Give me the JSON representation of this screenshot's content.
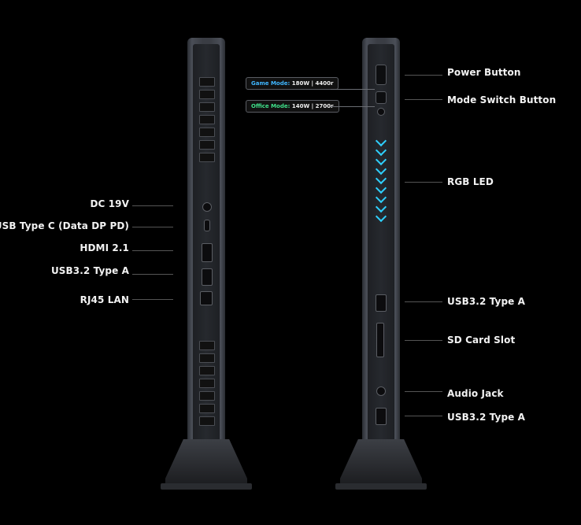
{
  "left_labels": {
    "dc": "DC 19V",
    "usbc": "USB Type C (Data DP PD)",
    "hdmi": "HDMI 2.1",
    "usba": "USB3.2 Type A",
    "rj45": "RJ45 LAN"
  },
  "right_labels": {
    "power": "Power Button",
    "mode_switch": "Mode Switch Button",
    "rgb": "RGB LED",
    "usba1": "USB3.2 Type A",
    "sd": "SD Card Slot",
    "audio": "Audio Jack",
    "usba2": "USB3.2 Type A"
  },
  "modes": {
    "game_title": "Game Mode:",
    "game_value": "180W | 4400r",
    "office_title": "Office Mode:",
    "office_value": "140W | 2700r"
  },
  "colors": {
    "led": "#2fd0ff",
    "game": "#3fb6ff",
    "office": "#3fe08a"
  }
}
